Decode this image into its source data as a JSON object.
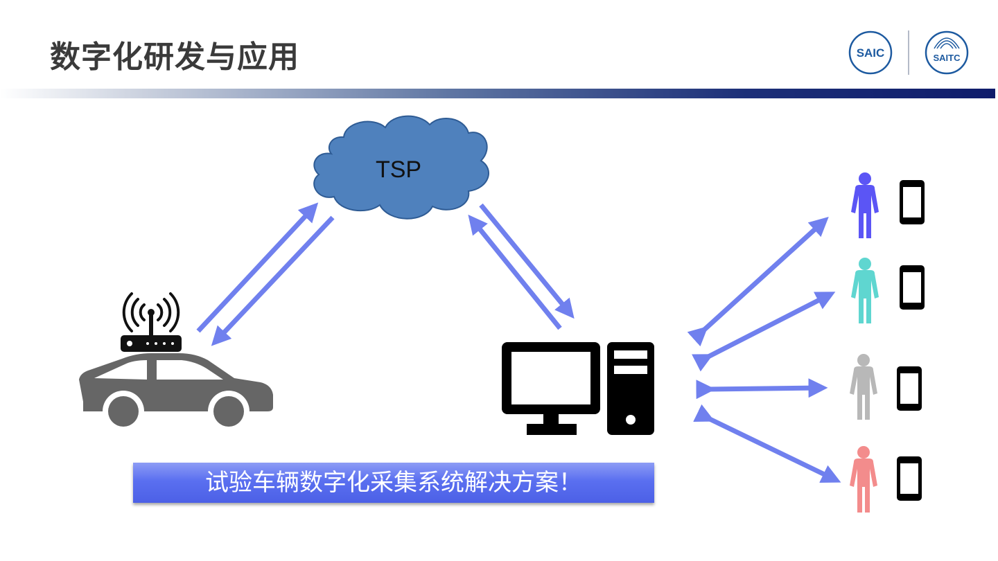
{
  "slide": {
    "title": "数字化研发与应用"
  },
  "logos": {
    "left": "SAIC",
    "right": "SAITC"
  },
  "diagram": {
    "cloud_label": "TSP",
    "banner_text": "试验车辆数字化采集系统解决方案！",
    "users": [
      {
        "color": "#5b55f5"
      },
      {
        "color": "#5fd6d0"
      },
      {
        "color": "#b8b8b8"
      },
      {
        "color": "#f38c8c"
      }
    ],
    "colors": {
      "arrow": "#7080ee",
      "cloud_fill": "#4f81bd",
      "cloud_stroke": "#2e5b94",
      "car": "#6b6b6b",
      "device": "#000000",
      "title_bar_end": "#0f1c6b"
    }
  }
}
